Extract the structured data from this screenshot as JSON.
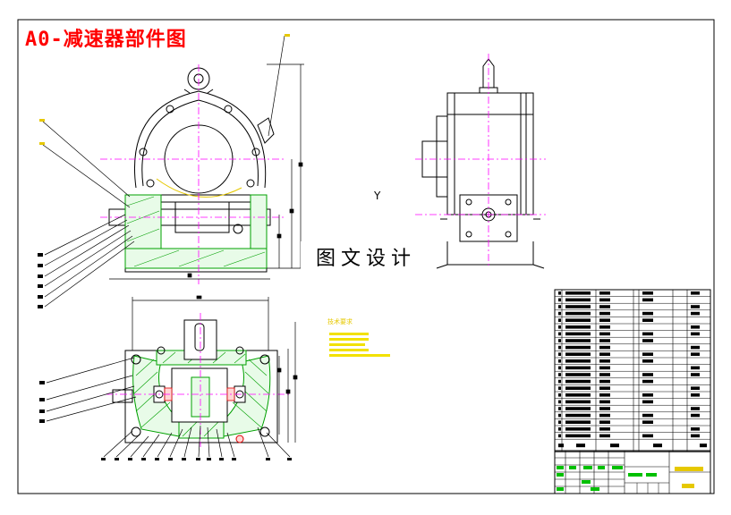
{
  "title": "A0-减速器部件图",
  "stamp": "图文设计",
  "tech_requirements_title": "技术要求",
  "axis_label": "Y",
  "colors": {
    "outline": "#000000",
    "centerline": "#ff00ff",
    "hatch": "#00a000",
    "hatch_fill": "#e8fbe8",
    "annotation": "#e6c800",
    "dimension": "#000000",
    "title": "#ff0000"
  },
  "bom_row_count": 22,
  "left_balloon_count": 6,
  "section_balloon_count": 4,
  "bottom_balloon_count": 13
}
